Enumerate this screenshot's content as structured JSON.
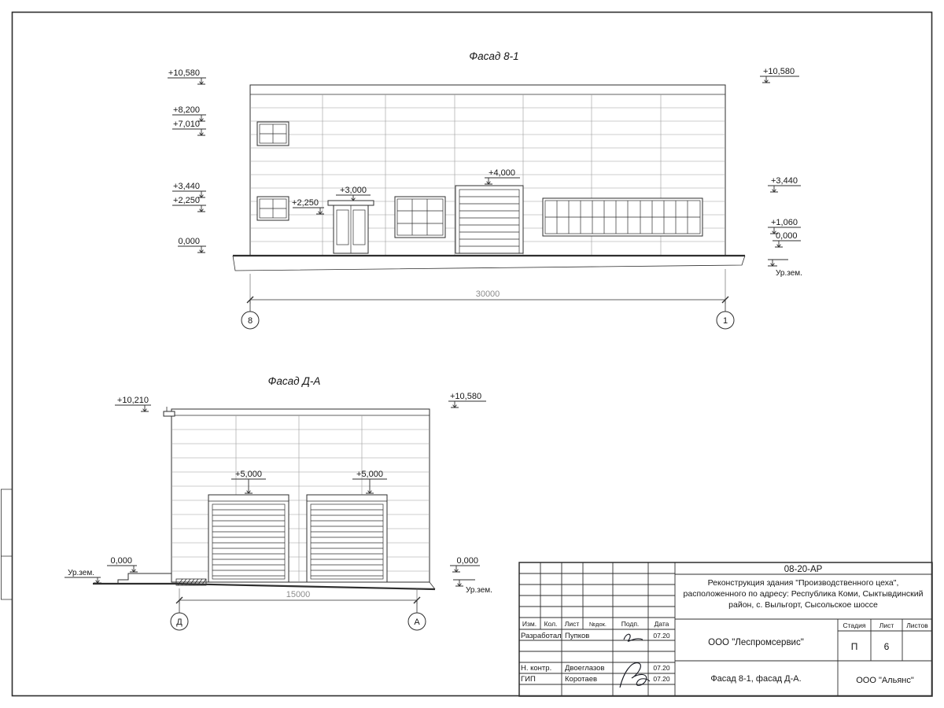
{
  "facade1": {
    "title": "Фасад 8-1",
    "marks_left": [
      "+10,580",
      "+8,200",
      "+7,010",
      "+3,440",
      "+2,250",
      "0,000"
    ],
    "marks_right": [
      "+10,580",
      "+3,440",
      "+1,060",
      "0,000"
    ],
    "ground_label_right": "Ур.зем.",
    "door_mark": "+3,000",
    "canopy_mark": "+2,250",
    "gate_mark": "+4,000",
    "dim": "30000",
    "axis_left": "8",
    "axis_right": "1"
  },
  "facade2": {
    "title": "Фасад Д-А",
    "mark_top_left": "+10,210",
    "mark_top_right": "+10,580",
    "gate_marks": [
      "+5,000",
      "+5,000"
    ],
    "zero_left": "0,000",
    "zero_right": "0,000",
    "ground_left": "Ур.зем.",
    "ground_right": "Ур.зем.",
    "dim": "15000",
    "axis_left": "Д",
    "axis_right": "А"
  },
  "stamp": {
    "doc_number": "08-20-АР",
    "title_lines": [
      "Реконструкция здания \"Производственного цеха\",",
      "расположенного по адресу: Республика Коми, Сыктывдинский",
      "район, с. Выльгорт, Сысольское шоссе"
    ],
    "cols": [
      "Изм.",
      "Кол.",
      "Лист",
      "№док.",
      "Подп.",
      "Дата"
    ],
    "rows": [
      {
        "role": "Разработал",
        "name": "Пупков",
        "date": "07.20"
      },
      {
        "role": "Н. контр.",
        "name": "Двоеглазов",
        "date": "07.20"
      },
      {
        "role": "ГИП",
        "name": "Коротаев",
        "date": "07.20"
      }
    ],
    "org": "ООО \"Леспромсервис\"",
    "stage_label": "Стадия",
    "sheet_label": "Лист",
    "sheets_label": "Листов",
    "stage": "П",
    "sheet_no": "6",
    "drawing_title": "Фасад 8-1, фасад Д-А.",
    "company": "ООО \"Альянс\""
  }
}
